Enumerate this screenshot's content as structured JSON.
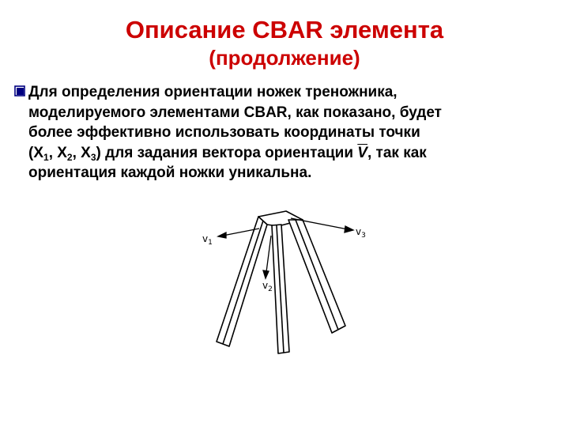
{
  "title": "Описание CBAR элемента",
  "subtitle": "(продолжение)",
  "bullet": {
    "line1": "Для определения ориентации ножек треножника,",
    "line2": "моделируемого элементами CBAR, как показано, будет",
    "line3": "более эффективно использовать координаты точки",
    "line4_a": "(X",
    "sub1": "1",
    "line4_b": ", X",
    "sub2": "2",
    "line4_c": ", X",
    "sub3": "3",
    "line4_d": ") для задания вектора ориентации ",
    "vector": "V",
    "line4_e": ", так как",
    "line5": "ориентация каждой ножки уникальна."
  },
  "figure": {
    "v1_base": "v",
    "v1_sub": "1",
    "v2_base": "v",
    "v2_sub": "2",
    "v3_base": "v",
    "v3_sub": "3"
  },
  "colors": {
    "title": "#cc0000",
    "bullet_marker": "#000080",
    "text": "#000000"
  }
}
